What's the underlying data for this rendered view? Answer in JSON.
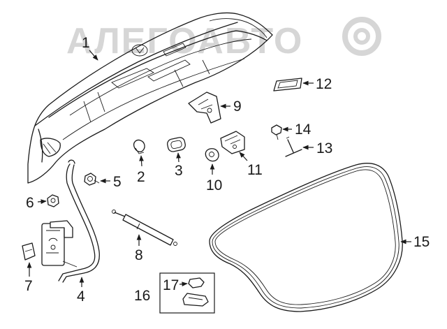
{
  "watermark": "АЛЕГОАВТО",
  "callouts": {
    "c1": "1",
    "c2": "2",
    "c3": "3",
    "c4": "4",
    "c5": "5",
    "c6": "6",
    "c7": "7",
    "c8": "8",
    "c9": "9",
    "c10": "10",
    "c11": "11",
    "c12": "12",
    "c13": "13",
    "c14": "14",
    "c15": "15",
    "c16": "16",
    "c17": "17"
  }
}
